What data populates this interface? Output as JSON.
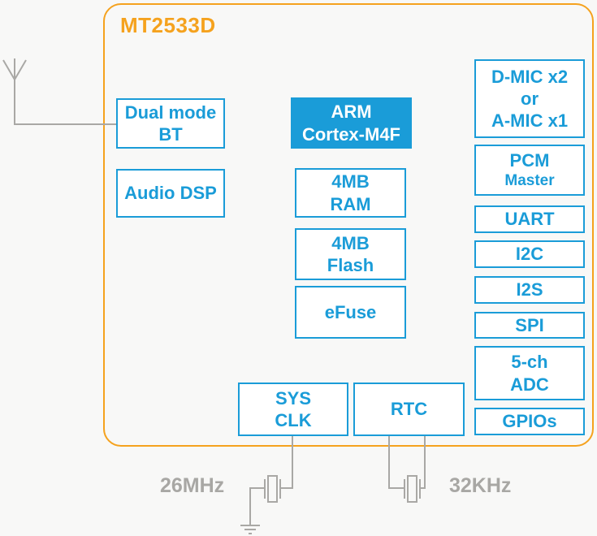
{
  "title": "MT2533D",
  "colors": {
    "orange": "#F5A21E",
    "blue": "#1A9CD8",
    "gray_line": "#A9A8A5",
    "gray_text": "#A8A7A4",
    "background": "#F8F8F7",
    "block_fill": "#FFFFFF"
  },
  "blocks": {
    "dual_mode_bt": {
      "lines": [
        "Dual mode",
        "BT"
      ]
    },
    "audio_dsp": {
      "lines": [
        "Audio DSP"
      ]
    },
    "arm_cortex": {
      "lines": [
        "ARM",
        "Cortex-M4F"
      ]
    },
    "ram": {
      "lines": [
        "4MB",
        "RAM"
      ]
    },
    "flash": {
      "lines": [
        "4MB",
        "Flash"
      ]
    },
    "efuse": {
      "lines": [
        "eFuse"
      ]
    },
    "dmic": {
      "lines": [
        "D-MIC x2",
        "or",
        "A-MIC x1"
      ]
    },
    "pcm": {
      "lines": [
        "PCM",
        "Master"
      ]
    },
    "uart": {
      "lines": [
        "UART"
      ]
    },
    "i2c": {
      "lines": [
        "I2C"
      ]
    },
    "i2s": {
      "lines": [
        "I2S"
      ]
    },
    "spi": {
      "lines": [
        "SPI"
      ]
    },
    "adc": {
      "lines": [
        "5-ch",
        "ADC"
      ]
    },
    "gpios": {
      "lines": [
        "GPIOs"
      ]
    },
    "sys_clk": {
      "lines": [
        "SYS",
        "CLK"
      ]
    },
    "rtc": {
      "lines": [
        "RTC"
      ]
    }
  },
  "annotations": {
    "clock_left": "26MHz",
    "clock_right": "32KHz"
  },
  "icons": {
    "antenna": "antenna-icon",
    "crystal": "crystal-oscillator-icon",
    "ground": "ground-icon"
  }
}
